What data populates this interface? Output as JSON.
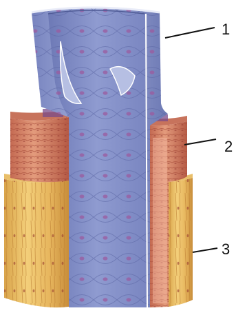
{
  "labels": [
    {
      "text": "1"
    },
    {
      "text": "2"
    },
    {
      "text": "3"
    }
  ],
  "colors": {
    "endothelium": "#8e9bcc",
    "endothelium_dark": "#6f7bb5",
    "nucleus": "#9a5a9e",
    "muscle": "#d98b6e",
    "muscle_dark": "#b9614c",
    "adventitia": "#e8b95a",
    "adventitia_dark": "#c98f3a",
    "leader": "#111111"
  }
}
